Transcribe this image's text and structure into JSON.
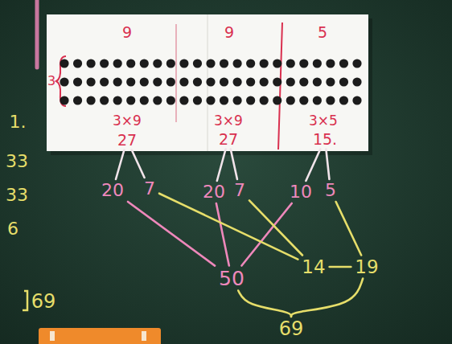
{
  "diagram": {
    "nodes": [
      {
        "text": [
          "27"
        ]
      },
      {
        "text": [
          "27"
        ]
      },
      {
        "text": [
          "15."
        ]
      },
      {
        "text": [
          "20"
        ]
      },
      {
        "text": [
          "7"
        ]
      },
      {
        "text": [
          "20"
        ]
      },
      {
        "text": [
          "7"
        ]
      },
      {
        "text": [
          "10"
        ]
      },
      {
        "text": [
          "5"
        ]
      },
      {
        "text": [
          "14"
        ]
      },
      {
        "text": [
          "19"
        ]
      },
      {
        "text": [
          "50"
        ]
      },
      {
        "text": [
          "69"
        ]
      }
    ],
    "edges": [
      {
        "from": 0,
        "to": 3,
        "arrow": "none"
      },
      {
        "from": 0,
        "to": 4,
        "arrow": "none"
      },
      {
        "from": 1,
        "to": 5,
        "arrow": "none"
      },
      {
        "from": 1,
        "to": 6,
        "arrow": "none"
      },
      {
        "from": 2,
        "to": 7,
        "arrow": "none"
      },
      {
        "from": 2,
        "to": 8,
        "arrow": "none"
      },
      {
        "from": 3,
        "to": 11,
        "arrow": "none"
      },
      {
        "from": 5,
        "to": 11,
        "arrow": "none"
      },
      {
        "from": 7,
        "to": 11,
        "arrow": "none"
      },
      {
        "from": 4,
        "to": 9,
        "arrow": "none"
      },
      {
        "from": 6,
        "to": 9,
        "arrow": "none"
      },
      {
        "from": 8,
        "to": 10,
        "arrow": "none"
      },
      {
        "from": 9,
        "to": 10,
        "arrow": "none"
      },
      {
        "from": 11,
        "to": 12,
        "arrow": "none"
      },
      {
        "from": 10,
        "to": 12,
        "arrow": "none"
      }
    ],
    "labels": [
      "9",
      "9",
      "5",
      "3",
      "3×9",
      "3×9",
      "3×5",
      "1.",
      "33",
      "33",
      "6",
      "69"
    ]
  }
}
